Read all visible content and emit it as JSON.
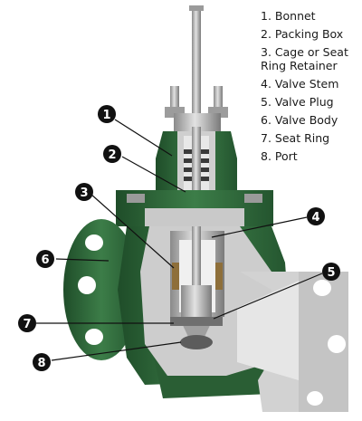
{
  "legend": [
    {
      "num": "1.",
      "label": "Bonnet"
    },
    {
      "num": "2.",
      "label": "Packing Box"
    },
    {
      "num": "3.",
      "label": "Cage or Seat Ring Retainer"
    },
    {
      "num": "4.",
      "label": "Valve Stem"
    },
    {
      "num": "5.",
      "label": "Valve Plug"
    },
    {
      "num": "6.",
      "label": "Valve Body"
    },
    {
      "num": "7.",
      "label": "Seat Ring"
    },
    {
      "num": "8.",
      "label": "Port"
    }
  ],
  "callouts": [
    "1",
    "2",
    "3",
    "4",
    "5",
    "6",
    "7",
    "8"
  ],
  "colors": {
    "body_green": "#2f6b3b",
    "body_green_dark": "#1f4d29",
    "metal": "#b9b9b9",
    "metal_dark": "#7d7d7d",
    "cut_face": "#cfcfcf",
    "callout": "#111111"
  }
}
